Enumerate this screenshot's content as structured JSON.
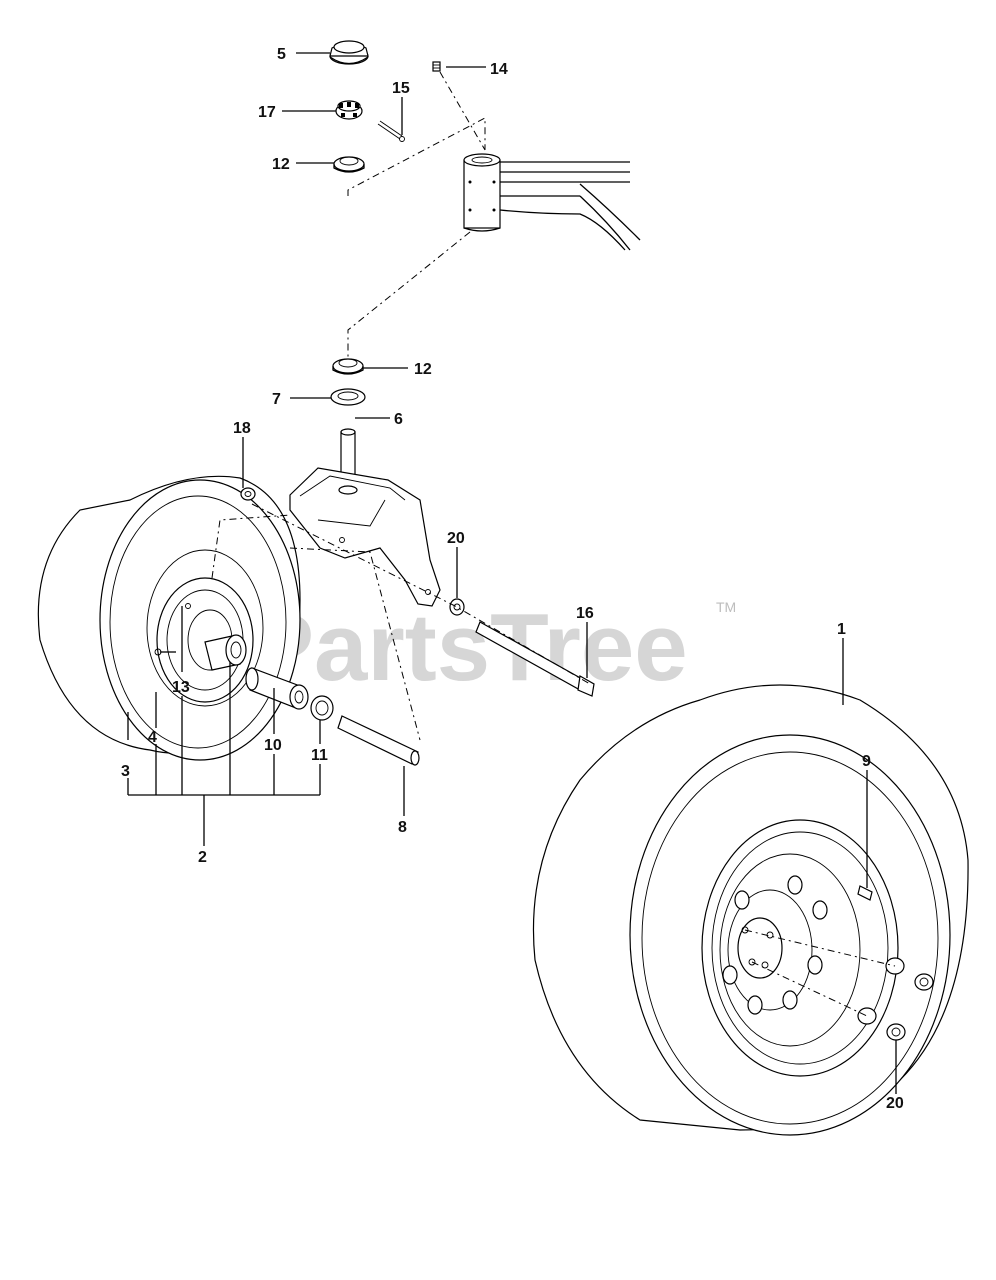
{
  "watermark": {
    "text": "PartsTree",
    "trademark": "TM"
  },
  "callouts": {
    "c1": "1",
    "c2": "2",
    "c3": "3",
    "c4": "4",
    "c5": "5",
    "c6": "6",
    "c7": "7",
    "c8": "8",
    "c9": "9",
    "c10": "10",
    "c11": "11",
    "c12a": "12",
    "c12b": "12",
    "c13": "13",
    "c14": "14",
    "c15": "15",
    "c16": "16",
    "c17": "17",
    "c18": "18",
    "c20a": "20",
    "c20b": "20"
  }
}
